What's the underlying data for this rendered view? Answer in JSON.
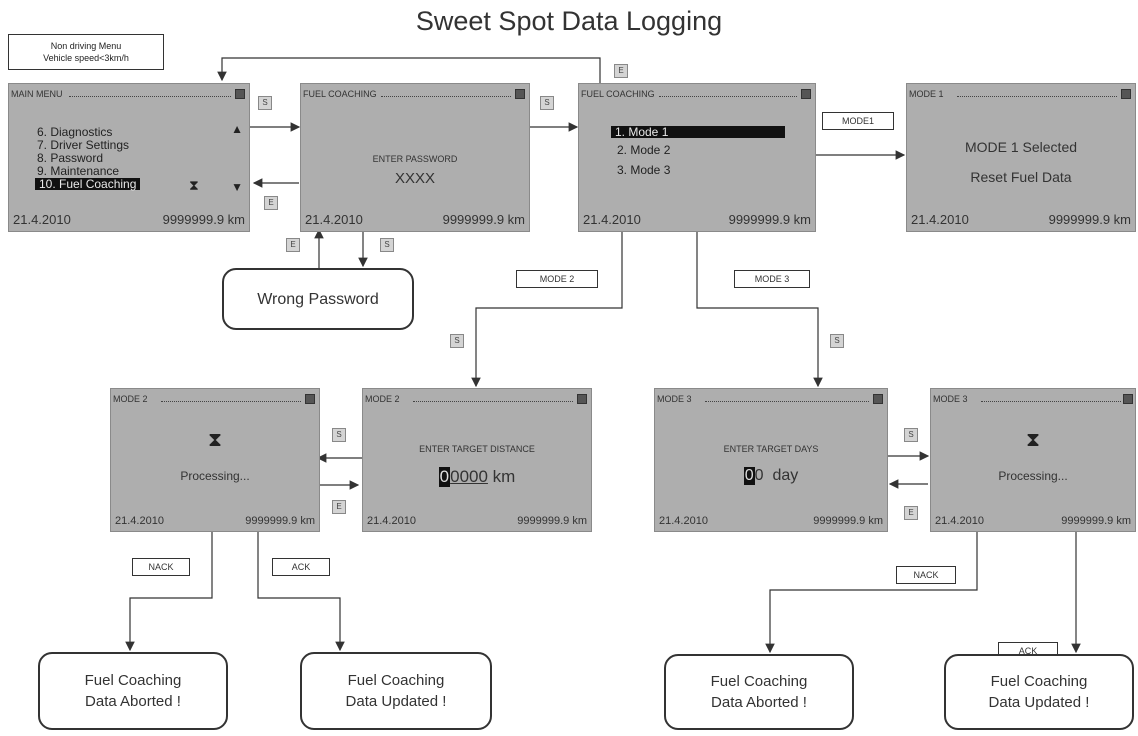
{
  "title": "Sweet Spot Data Logging",
  "non_driving_note": {
    "line1": "Non driving Menu",
    "line2": "Vehicle speed<3km/h"
  },
  "main_menu": {
    "header": "MAIN MENU",
    "items": [
      "6. Diagnostics",
      "7. Driver Settings",
      "8. Password",
      "9. Maintenance"
    ],
    "selected": "10. Fuel Coaching",
    "date": "21.4.2010",
    "odo": "9999999.9 km"
  },
  "password_screen": {
    "header": "FUEL COACHING",
    "prompt": "ENTER PASSWORD",
    "value": "XXXX",
    "date": "21.4.2010",
    "odo": "9999999.9 km"
  },
  "mode_select_screen": {
    "header": "FUEL COACHING",
    "items": [
      "1. Mode 1",
      "2. Mode 2",
      "3. Mode 3"
    ],
    "date": "21.4.2010",
    "odo": "9999999.9 km"
  },
  "mode1_screen": {
    "header": "MODE 1",
    "line1": "MODE 1 Selected",
    "line2": "Reset  Fuel  Data",
    "date": "21.4.2010",
    "odo": "9999999.9 km"
  },
  "mode2_processing": {
    "header": "MODE 2",
    "text": "Processing...",
    "date": "21.4.2010",
    "odo": "9999999.9 km"
  },
  "mode2_input": {
    "header": "MODE 2",
    "prompt": "ENTER TARGET DISTANCE",
    "cursor_digit": "0",
    "value": "0000",
    "unit": "km",
    "date": "21.4.2010",
    "odo": "9999999.9 km"
  },
  "mode3_input": {
    "header": "MODE 3",
    "prompt": "ENTER TARGET DAYS",
    "cursor_digit": "0",
    "value": "0",
    "unit": "day",
    "date": "21.4.2010",
    "odo": "9999999.9 km"
  },
  "mode3_processing": {
    "header": "MODE 3",
    "text": "Processing...",
    "date": "21.4.2010",
    "odo": "9999999.9 km"
  },
  "labels": {
    "mode1": "MODE1",
    "mode2": "MODE 2",
    "mode3": "MODE 3",
    "nack": "NACK",
    "ack": "ACK"
  },
  "keys": {
    "s": "S",
    "e": "E"
  },
  "wrong_password": "Wrong Password",
  "result_aborted": {
    "line1": "Fuel Coaching",
    "line2": "Data Aborted !"
  },
  "result_updated": {
    "line1": "Fuel Coaching",
    "line2": "Data  Updated !"
  },
  "icons": {
    "hourglass": "⧗",
    "down_arrow": "▼",
    "up_arrow": "▲"
  }
}
